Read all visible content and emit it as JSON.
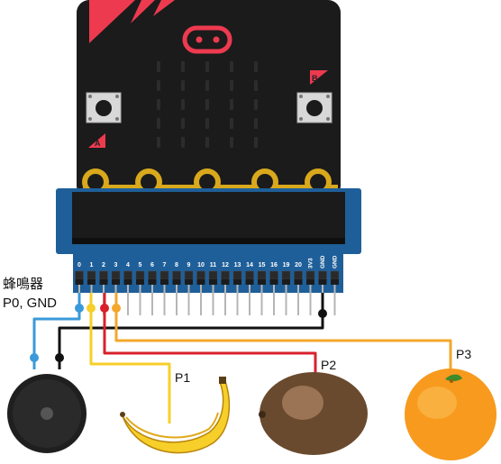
{
  "board": {
    "button_a": "A",
    "button_b": "B",
    "pins": [
      "0",
      "1",
      "2",
      "3",
      "4",
      "5",
      "6",
      "7",
      "8",
      "9",
      "10",
      "11",
      "12",
      "13",
      "14",
      "15",
      "16",
      "19",
      "20"
    ],
    "power_pins": [
      "3V3",
      "GND",
      "GND"
    ]
  },
  "buzzer_label": {
    "line1": "蜂鳴器",
    "line2": "P0, GND"
  },
  "probes": {
    "p1": "P1",
    "p2": "P2",
    "p3": "P3"
  },
  "colors": {
    "board_black": "#1b1b1b",
    "accent_red": "#ee3a4f",
    "edge_blue": "#1f5f99",
    "gold": "#d9a81c",
    "wire_blue": "#3a9ad9",
    "wire_black": "#111111",
    "wire_yellow": "#f7cf2a",
    "wire_red": "#d8212b",
    "wire_orange": "#f3a72b"
  }
}
